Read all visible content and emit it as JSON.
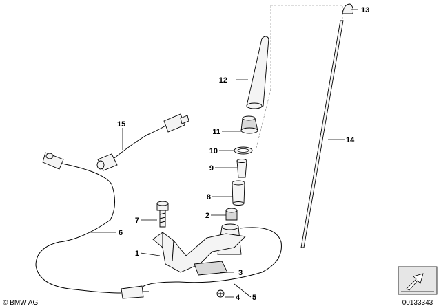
{
  "callouts": {
    "c1": "1",
    "c2": "2",
    "c3": "3",
    "c4": "4",
    "c5": "5",
    "c6": "6",
    "c7": "7",
    "c8": "8",
    "c9": "9",
    "c10": "10",
    "c11": "11",
    "c12": "12",
    "c13": "13",
    "c14": "14",
    "c15": "15"
  },
  "footer": {
    "copyright": "© BMW AG",
    "diagram_number": "00133343"
  }
}
